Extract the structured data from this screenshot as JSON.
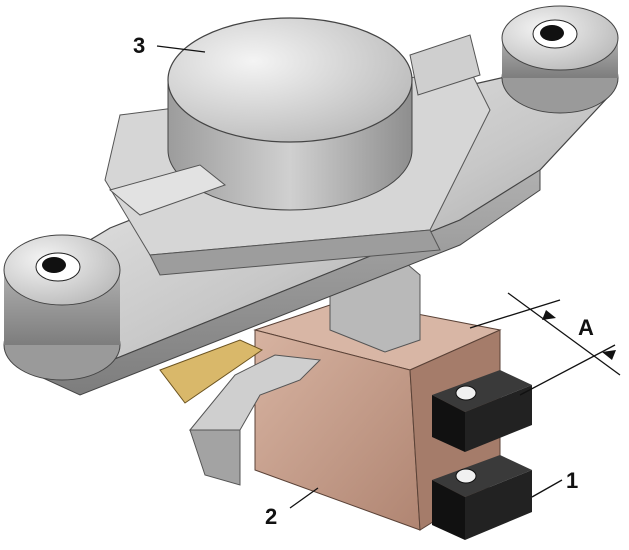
{
  "labels": {
    "part_1": "1",
    "part_2": "2",
    "part_3": "3",
    "dimension_a": "A"
  },
  "colors": {
    "metal_light": "#e4e4e4",
    "metal_mid": "#bdbdbd",
    "metal_dark": "#8a8a8a",
    "body_brown": "#c9a08c",
    "body_brown_dark": "#a67f6c",
    "brush_black": "#161616",
    "terminal_brass": "#d9b86a"
  },
  "icons": {
    "regulator": "voltage-regulator-drawing",
    "brush": "carbon-brush",
    "mount_hole": "mounting-eye"
  }
}
